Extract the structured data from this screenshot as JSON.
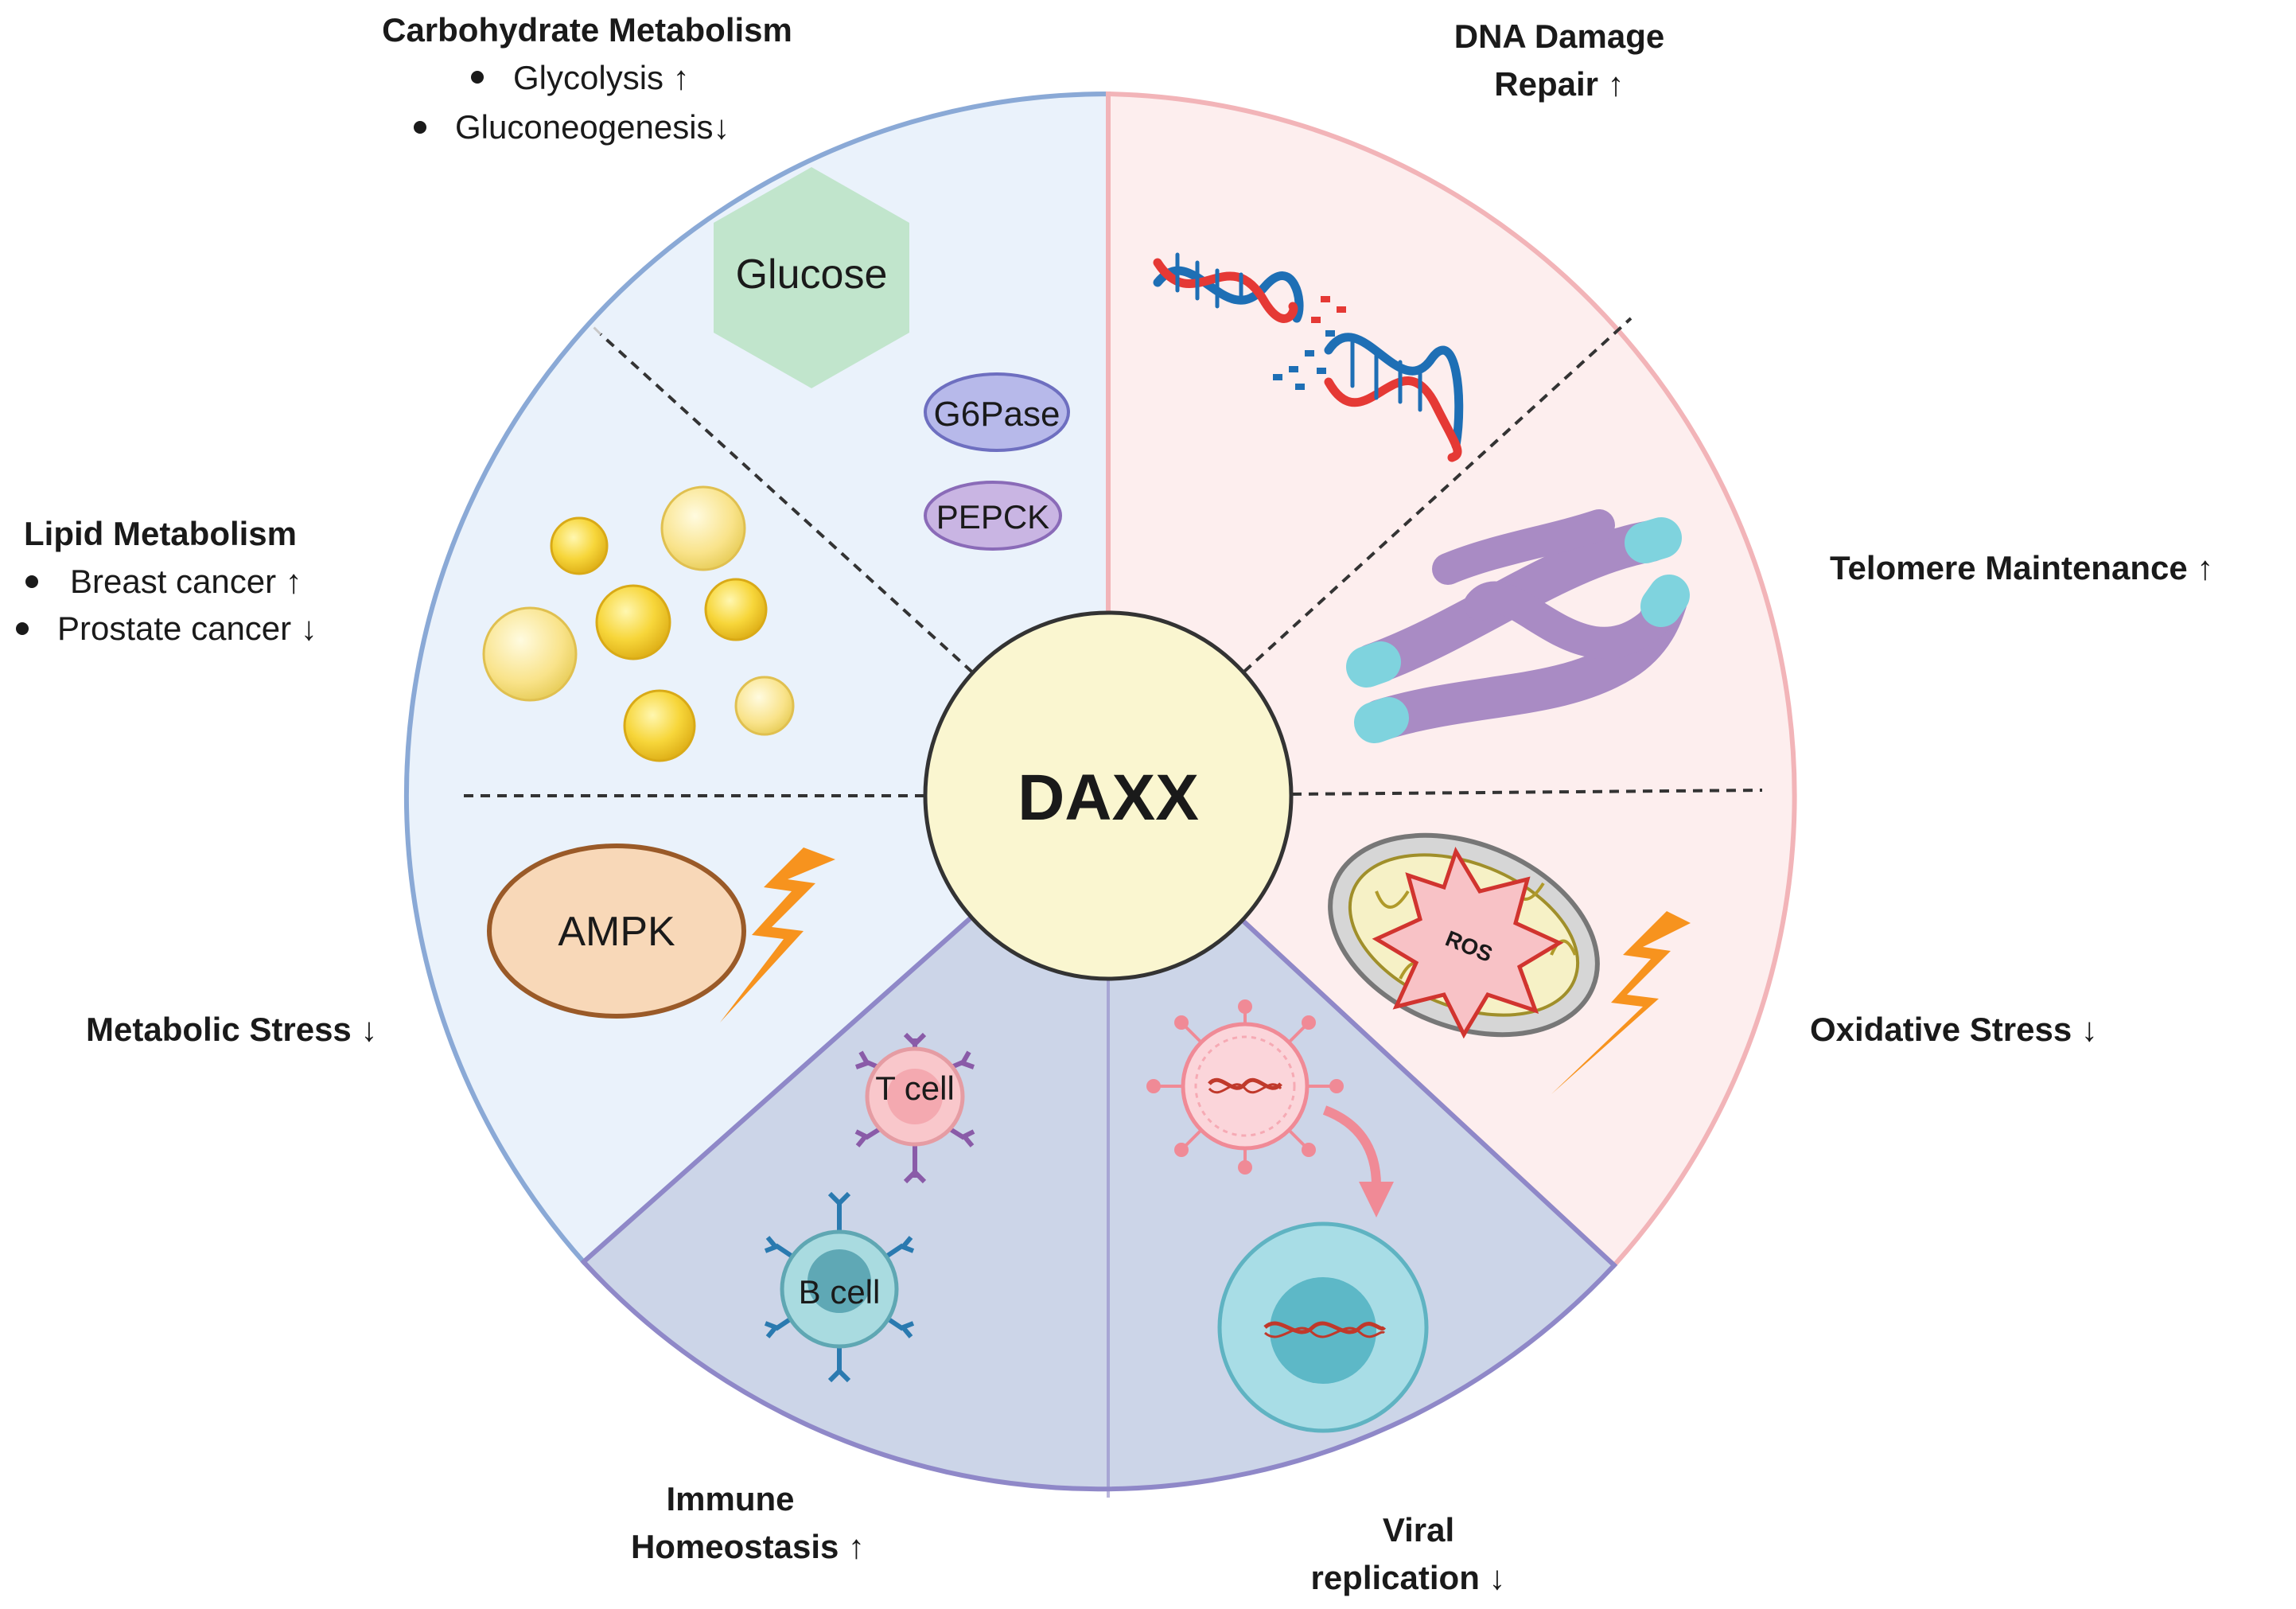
{
  "center": {
    "label": "DAXX"
  },
  "sections": {
    "carbohydrate": {
      "title": "Carbohydrate Metabolism",
      "bullets": [
        "Glycolysis ↑",
        "Gluconeogenesis↓"
      ],
      "molecules": [
        "Glucose",
        "G6Pase",
        "PEPCK"
      ]
    },
    "dna_repair": {
      "title_line1": "DNA Damage",
      "title_line2": "Repair ↑"
    },
    "telomere": {
      "title": "Telomere Maintenance ↑"
    },
    "oxidative": {
      "title": "Oxidative Stress ↓",
      "badge": "ROS"
    },
    "viral": {
      "title_line1": "Viral",
      "title_line2": "replication ↓"
    },
    "immune": {
      "title_line1": "Immune",
      "title_line2": "Homeostasis ↑",
      "cells": [
        "T cell",
        "B cell"
      ]
    },
    "metabolic_stress": {
      "title": "Metabolic Stress ↓",
      "enzyme": "AMPK"
    },
    "lipid": {
      "title": "Lipid Metabolism",
      "bullets": [
        "Breast cancer ↑",
        "Prostate cancer ↓"
      ]
    }
  },
  "colors": {
    "left_sector": "#eaf2fb",
    "right_sector": "#fdeeee",
    "bottom_sector": "#ccd5e8",
    "center_fill": "#faf6d0",
    "left_border": "#8aa9d6",
    "right_border": "#f2b4b8",
    "bottom_border": "#8f88c8"
  },
  "icons": [
    "glucose-hexagon",
    "g6pase-ellipse",
    "pepck-ellipse",
    "dna-helix",
    "chromosome",
    "mitochondrion",
    "lightning-bolt",
    "virus",
    "host-cell",
    "t-cell",
    "b-cell",
    "lipid-droplet",
    "ampk-ellipse"
  ]
}
